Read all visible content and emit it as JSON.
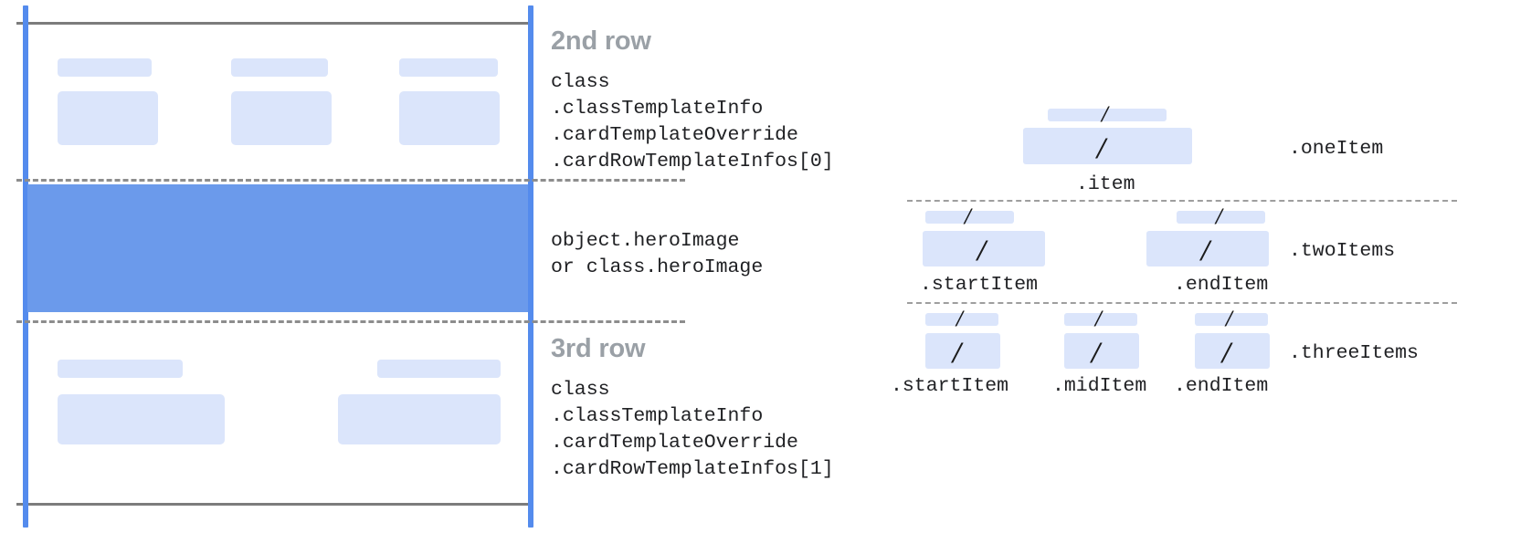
{
  "diagram": {
    "title_semantic": "google-wallet-card-row-template-anatomy",
    "accent_blue": "#548BED",
    "hero_blue": "#6b9aeb",
    "chip_blue": "#dbe5fb",
    "rule_gray": "#7c7c7c",
    "label_gray": "#9aa0a6",
    "text_color": "#202124"
  },
  "card_mock": {
    "second_row": {
      "heading": "2nd row",
      "code_lines": [
        "class",
        ".classTemplateInfo",
        ".cardTemplateOverride",
        ".cardRowTemplateInfos[0]"
      ],
      "chips": [
        {
          "kind": "label-chip"
        },
        {
          "kind": "label-chip"
        },
        {
          "kind": "label-chip"
        },
        {
          "kind": "value-chip"
        },
        {
          "kind": "value-chip"
        },
        {
          "kind": "value-chip"
        }
      ]
    },
    "hero_row": {
      "heading": "",
      "code_lines": [
        "object.heroImage",
        "or class.heroImage"
      ]
    },
    "third_row": {
      "heading": "3rd row",
      "code_lines": [
        "class",
        ".classTemplateInfo",
        ".cardTemplateOverride",
        ".cardRowTemplateInfos[1]"
      ],
      "chips": [
        {
          "kind": "label-chip"
        },
        {
          "kind": "label-chip"
        },
        {
          "kind": "value-chip"
        },
        {
          "kind": "value-chip"
        }
      ]
    }
  },
  "item_layouts": [
    {
      "name": ".oneItem",
      "slots": [
        {
          "label": ".item",
          "slash": "/"
        }
      ]
    },
    {
      "name": ".twoItems",
      "slots": [
        {
          "label": ".startItem",
          "slash": "/"
        },
        {
          "label": ".endItem",
          "slash": "/"
        }
      ]
    },
    {
      "name": ".threeItems",
      "slots": [
        {
          "label": ".startItem",
          "slash": "/"
        },
        {
          "label": ".midItem",
          "slash": "/"
        },
        {
          "label": ".endItem",
          "slash": "/"
        }
      ]
    }
  ]
}
